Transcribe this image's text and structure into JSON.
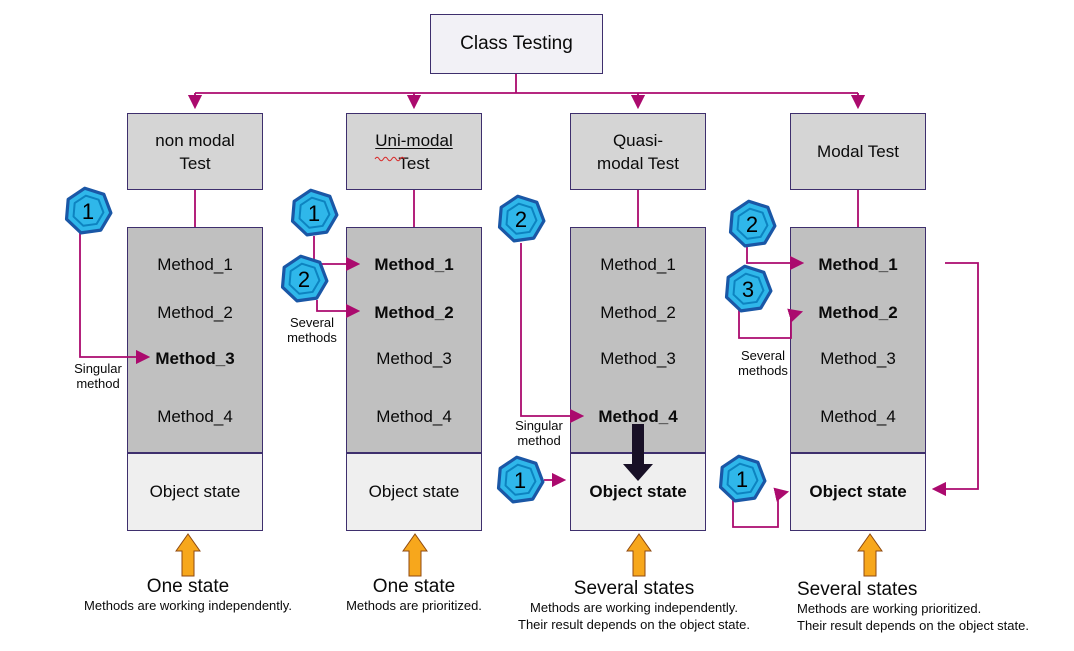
{
  "root": {
    "title": "Class Testing"
  },
  "colors": {
    "connector_line": "#AB0A6E",
    "box_border": "#3E2F6D",
    "header_fill": "#D5D5D5",
    "methods_fill": "#C0C0C0",
    "state_fill": "#EFEFEF",
    "root_fill": "#F2F1F6",
    "badge_fill": "#2FB7EA",
    "badge_border": "#1A57A6",
    "black_arrow": "#181026",
    "orange_arrow": "#F7A71C"
  },
  "columns": [
    {
      "title_lines": [
        "non modal",
        "Test"
      ],
      "methods": [
        {
          "label": "Method_1",
          "bold": false
        },
        {
          "label": "Method_2",
          "bold": false
        },
        {
          "label": "Method_3",
          "bold": true
        },
        {
          "label": "Method_4",
          "bold": false
        }
      ],
      "object_state": {
        "label": "Object state",
        "bold": false
      },
      "badges": [
        {
          "number": "1"
        }
      ],
      "note_lines": [
        "Singular",
        "method"
      ],
      "caption": {
        "title": "One state",
        "lines": [
          "Methods are working independently."
        ]
      }
    },
    {
      "title_lines": [
        "Uni-modal",
        "Test"
      ],
      "methods": [
        {
          "label": "Method_1",
          "bold": true
        },
        {
          "label": "Method_2",
          "bold": true
        },
        {
          "label": "Method_3",
          "bold": false
        },
        {
          "label": "Method_4",
          "bold": false
        }
      ],
      "object_state": {
        "label": "Object state",
        "bold": false
      },
      "badges": [
        {
          "number": "1"
        },
        {
          "number": "2"
        }
      ],
      "note_lines": [
        "Several",
        "methods"
      ],
      "caption": {
        "title": "One state",
        "lines": [
          "Methods are prioritized."
        ]
      }
    },
    {
      "title_lines": [
        "Quasi-",
        "modal Test"
      ],
      "methods": [
        {
          "label": "Method_1",
          "bold": false
        },
        {
          "label": "Method_2",
          "bold": false
        },
        {
          "label": "Method_3",
          "bold": false
        },
        {
          "label": "Method_4",
          "bold": true
        }
      ],
      "object_state": {
        "label": "Object state",
        "bold": true
      },
      "badges": [
        {
          "number": "2"
        },
        {
          "number": "1"
        }
      ],
      "note_lines": [
        "Singular",
        "method"
      ],
      "caption": {
        "title": "Several states",
        "lines": [
          "Methods are working independently.",
          "Their result depends on the object state."
        ]
      }
    },
    {
      "title_lines": [
        "Modal Test"
      ],
      "methods": [
        {
          "label": "Method_1",
          "bold": true
        },
        {
          "label": "Method_2",
          "bold": true
        },
        {
          "label": "Method_3",
          "bold": false
        },
        {
          "label": "Method_4",
          "bold": false
        }
      ],
      "object_state": {
        "label": "Object state",
        "bold": true
      },
      "badges": [
        {
          "number": "2"
        },
        {
          "number": "3"
        },
        {
          "number": "1"
        }
      ],
      "note_lines": [
        "Several",
        "methods"
      ],
      "caption": {
        "title": "Several states",
        "lines": [
          "Methods are working prioritized.",
          "Their result depends on the object state."
        ]
      }
    }
  ]
}
